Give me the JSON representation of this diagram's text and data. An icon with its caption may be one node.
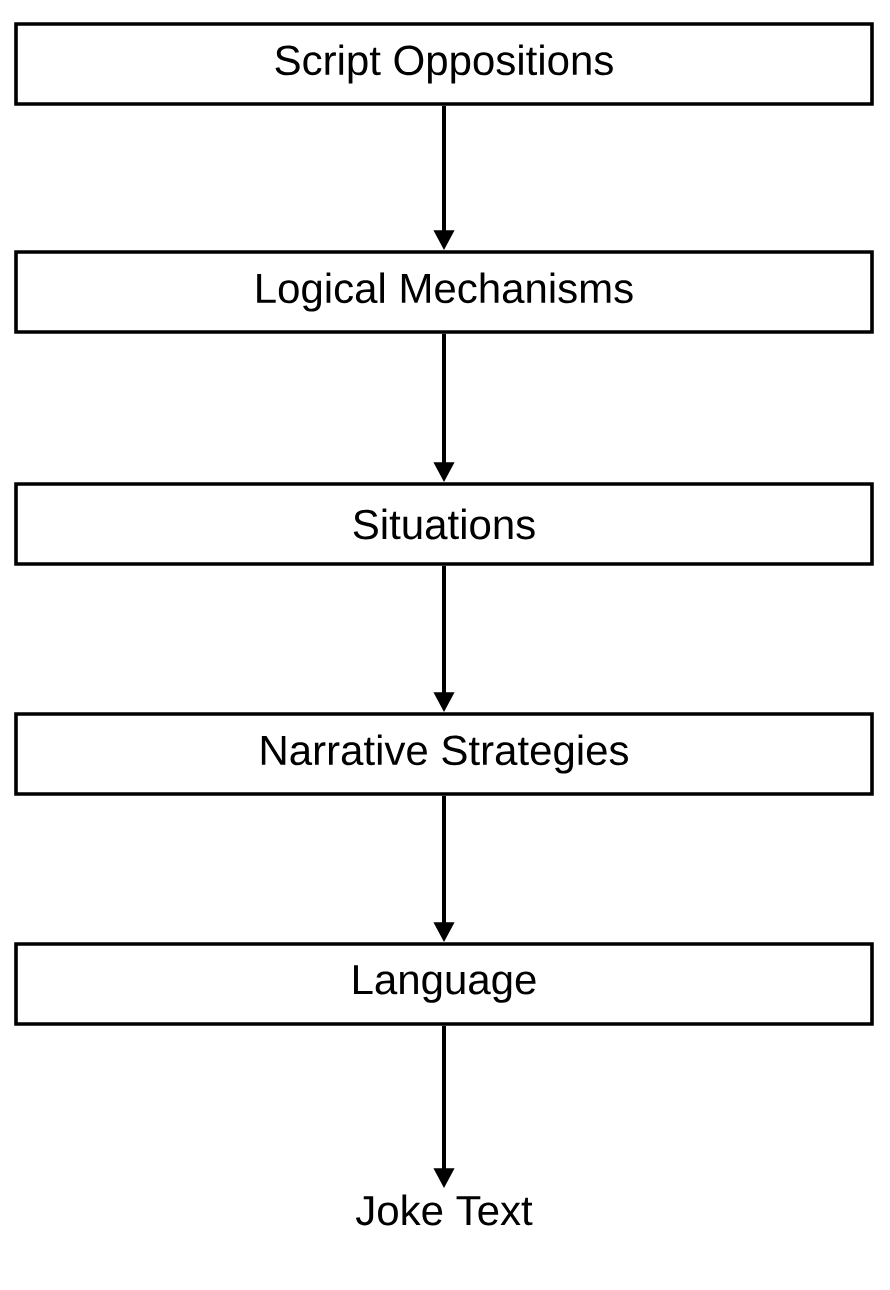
{
  "diagram": {
    "nodes": [
      {
        "text": [
          "Script Oppositions"
        ]
      },
      {
        "text": [
          "Logical Mechanisms"
        ]
      },
      {
        "text": [
          "Situations"
        ]
      },
      {
        "text": [
          "Narrative Strategies"
        ]
      },
      {
        "text": [
          "Language"
        ]
      },
      {
        "text": [
          "Joke Text"
        ]
      }
    ],
    "edges": [
      {
        "from": 0,
        "to": 1,
        "arrow": "to"
      },
      {
        "from": 1,
        "to": 2,
        "arrow": "to"
      },
      {
        "from": 2,
        "to": 3,
        "arrow": "to"
      },
      {
        "from": 3,
        "to": 4,
        "arrow": "to"
      },
      {
        "from": 4,
        "to": 5,
        "arrow": "to"
      }
    ]
  }
}
